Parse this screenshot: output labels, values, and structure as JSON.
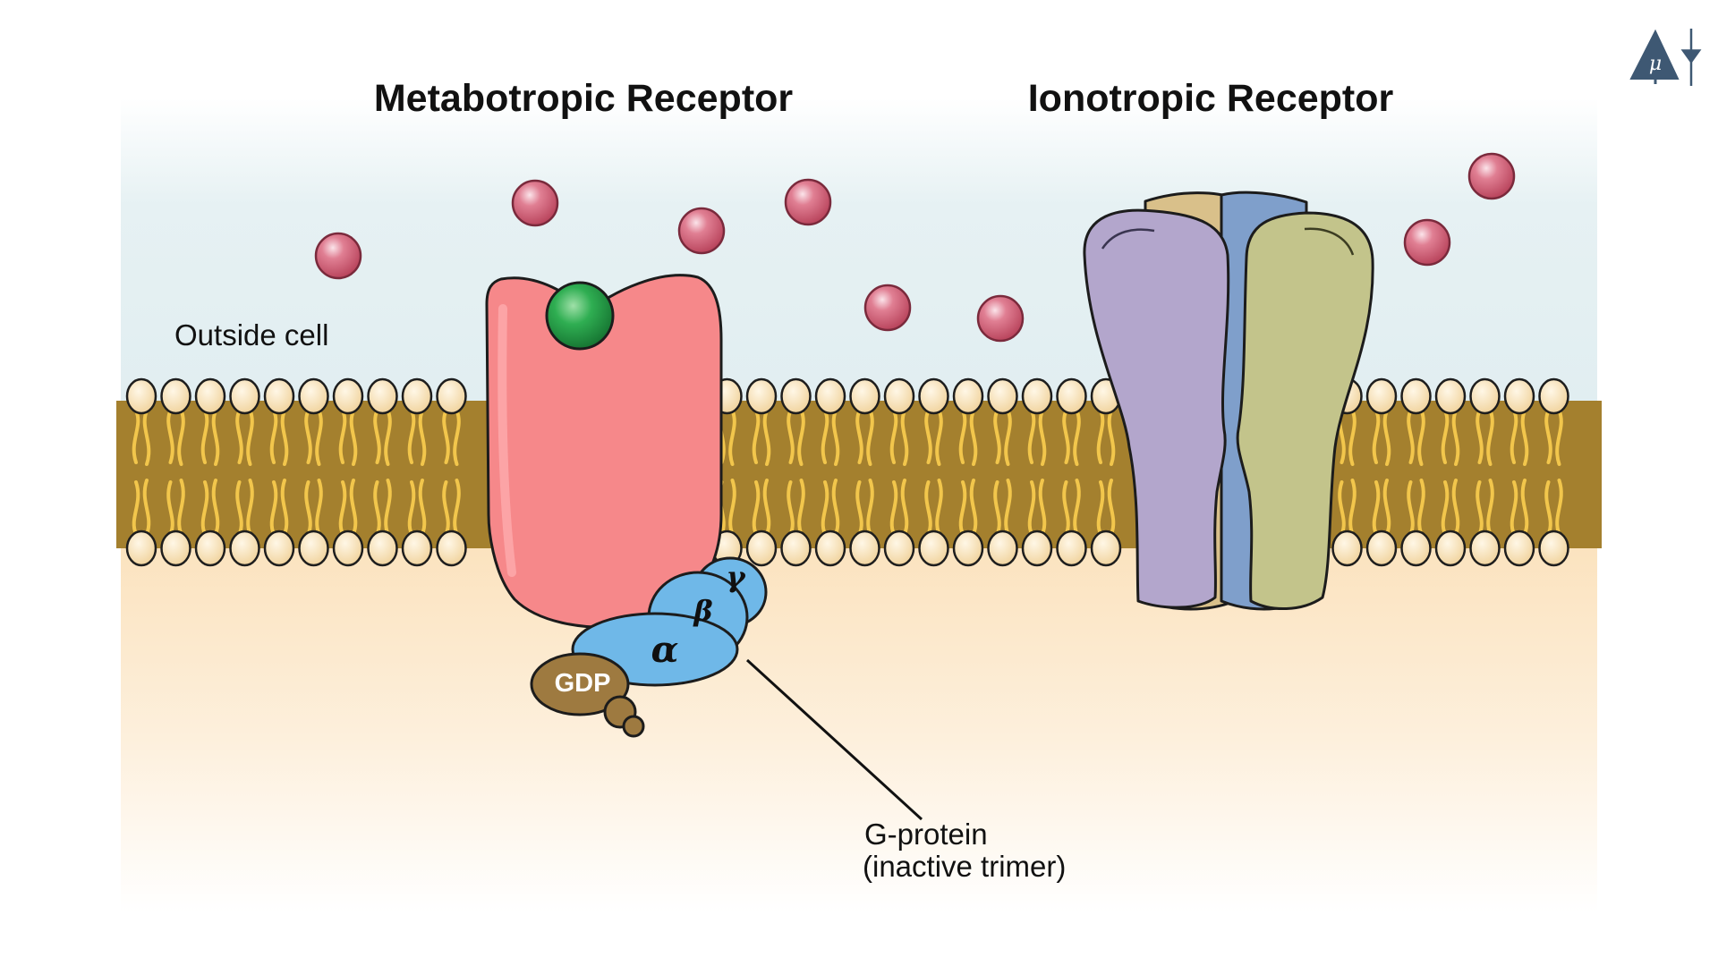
{
  "titles": {
    "metabotropic": "Metabotropic Receptor",
    "ionotropic": "Ionotropic Receptor"
  },
  "labels": {
    "outside_cell": "Outside cell",
    "g_protein_line1": "G-protein",
    "g_protein_line2": "(inactive trimer)",
    "gdp": "GDP"
  },
  "subunits": {
    "alpha": "α",
    "beta": "β",
    "gamma": "γ"
  },
  "icons": {
    "logo": "neuron-logo-icon"
  },
  "colors": {
    "extracellular": "#e4f0f2",
    "intracellular": "#fbe6c6",
    "membrane": "#a4802e",
    "lipid_tail": "#f2c64c",
    "lipid_head": "#f5dfb6",
    "neurotransmitter": "#cf5d74",
    "ligand_bound": "#27a048",
    "metabotropic_receptor": "#f6888a",
    "g_protein": "#6fb8e8",
    "gdp": "#9e7a40",
    "channel_purple": "#b3a6cc",
    "channel_green": "#c3c48b",
    "channel_blue": "#7f9fcb",
    "channel_tan": "#d9c08a",
    "logo": "#3e5873"
  }
}
